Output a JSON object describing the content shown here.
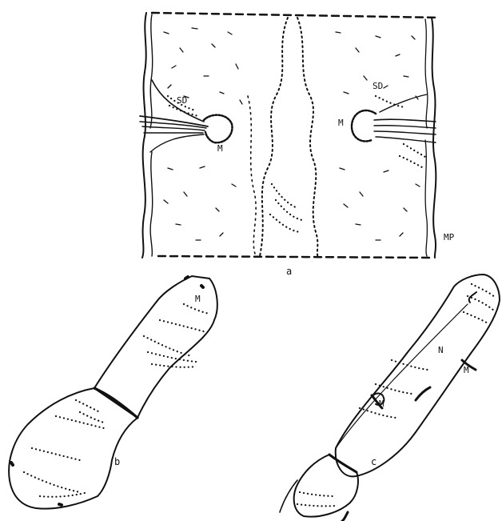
{
  "colors": {
    "ink": "#111111",
    "paper": "#ffffff"
  },
  "panel_a": {
    "caption": "a",
    "labels": {
      "sd_left": "SD",
      "sd_right": "SD",
      "m_left": "M",
      "m_center": "M",
      "mp": "MP"
    }
  },
  "panel_b": {
    "caption": "b",
    "labels": {
      "m": "M"
    }
  },
  "panel_c": {
    "caption": "c",
    "labels": {
      "n": "N",
      "m_upper": "M",
      "m_lower": "M"
    }
  }
}
